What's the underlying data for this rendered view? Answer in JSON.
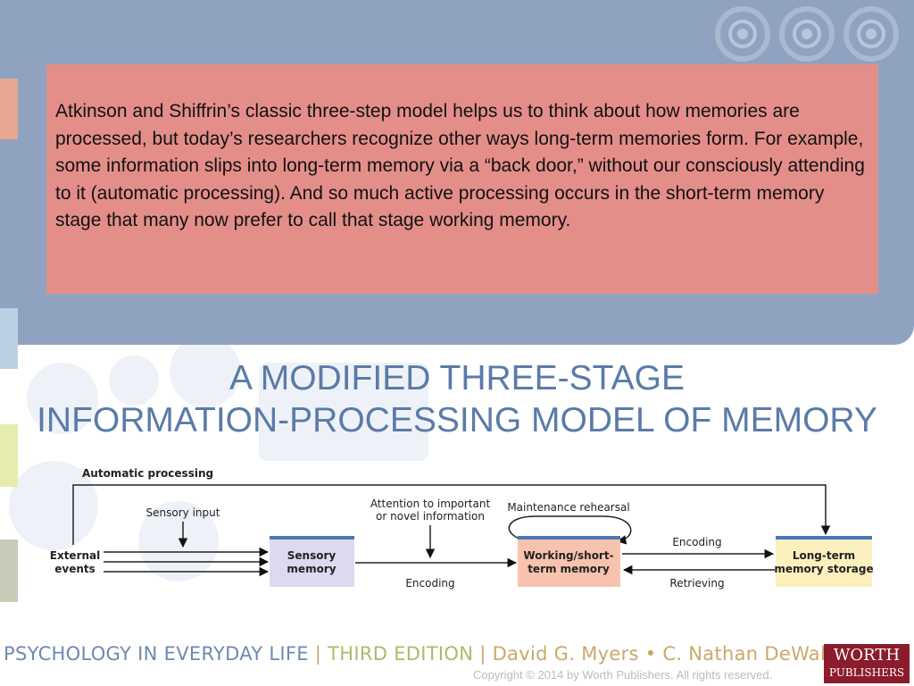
{
  "callout": {
    "text": "Atkinson and Shiffrin’s classic three-step model helps us to think about how memories are processed, but today’s researchers recognize other ways long-term memories form. For example, some information slips into long-term memory via a “back door,” without our consciously attending to it (automatic processing). And so much active processing occurs in the short-term memory stage that many now prefer to call that stage working memory."
  },
  "title": {
    "line1": "A MODIFIED THREE-STAGE",
    "line2": "INFORMATION-PROCESSING MODEL OF MEMORY"
  },
  "diagram": {
    "automatic_processing": "Automatic processing",
    "sensory_input": "Sensory input",
    "attention_line1": "Attention to important",
    "attention_line2": "or novel information",
    "maintenance_rehearsal": "Maintenance rehearsal",
    "external_line1": "External",
    "external_line2": "events",
    "sensory_memory_line1": "Sensory",
    "sensory_memory_line2": "memory",
    "working_memory_line1": "Working/short-",
    "working_memory_line2": "term memory",
    "long_term_line1": "Long-term",
    "long_term_line2": "memory storage",
    "encoding_lower": "Encoding",
    "encoding_upper": "Encoding",
    "retrieving": "Retrieving",
    "colors": {
      "sensory_box": "#dcdaef",
      "working_box": "#f8c3ae",
      "long_term_box": "#fdf0bf",
      "box_top_bar": "#4a78b5"
    }
  },
  "footer": {
    "book": "PSYCHOLOGY IN EVERYDAY LIFE",
    "sep1": "|",
    "edition": "THIRD EDITION",
    "sep2": "|",
    "authors": "David G. Myers • C. Nathan DeWall",
    "copyright": "Copyright © 2014 by Worth Publishers. All rights reserved."
  },
  "logo": {
    "line1": "WORTH",
    "line2": "PUBLISHERS"
  }
}
